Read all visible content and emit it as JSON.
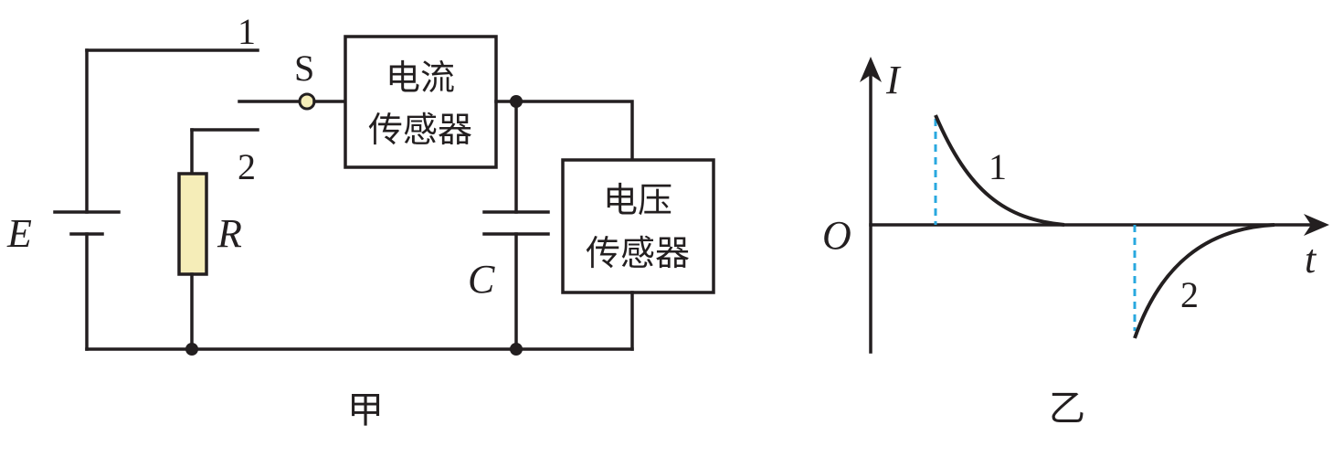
{
  "circuit": {
    "battery_label": "E",
    "resistor_label": "R",
    "capacitor_label": "C",
    "switch_label": "S",
    "switch_pos1_label": "1",
    "switch_pos2_label": "2",
    "current_sensor_line1": "电流",
    "current_sensor_line2": "传感器",
    "voltage_sensor_line1": "电压",
    "voltage_sensor_line2": "传感器",
    "caption": "甲",
    "resistor_color": "#f5edb8",
    "switch_contact_color": "#f5edb8"
  },
  "graph": {
    "y_axis_label": "I",
    "x_axis_label": "t",
    "origin_label": "O",
    "curve1_label": "1",
    "curve2_label": "2",
    "caption": "乙",
    "dashed_line_color": "#29a8df"
  }
}
